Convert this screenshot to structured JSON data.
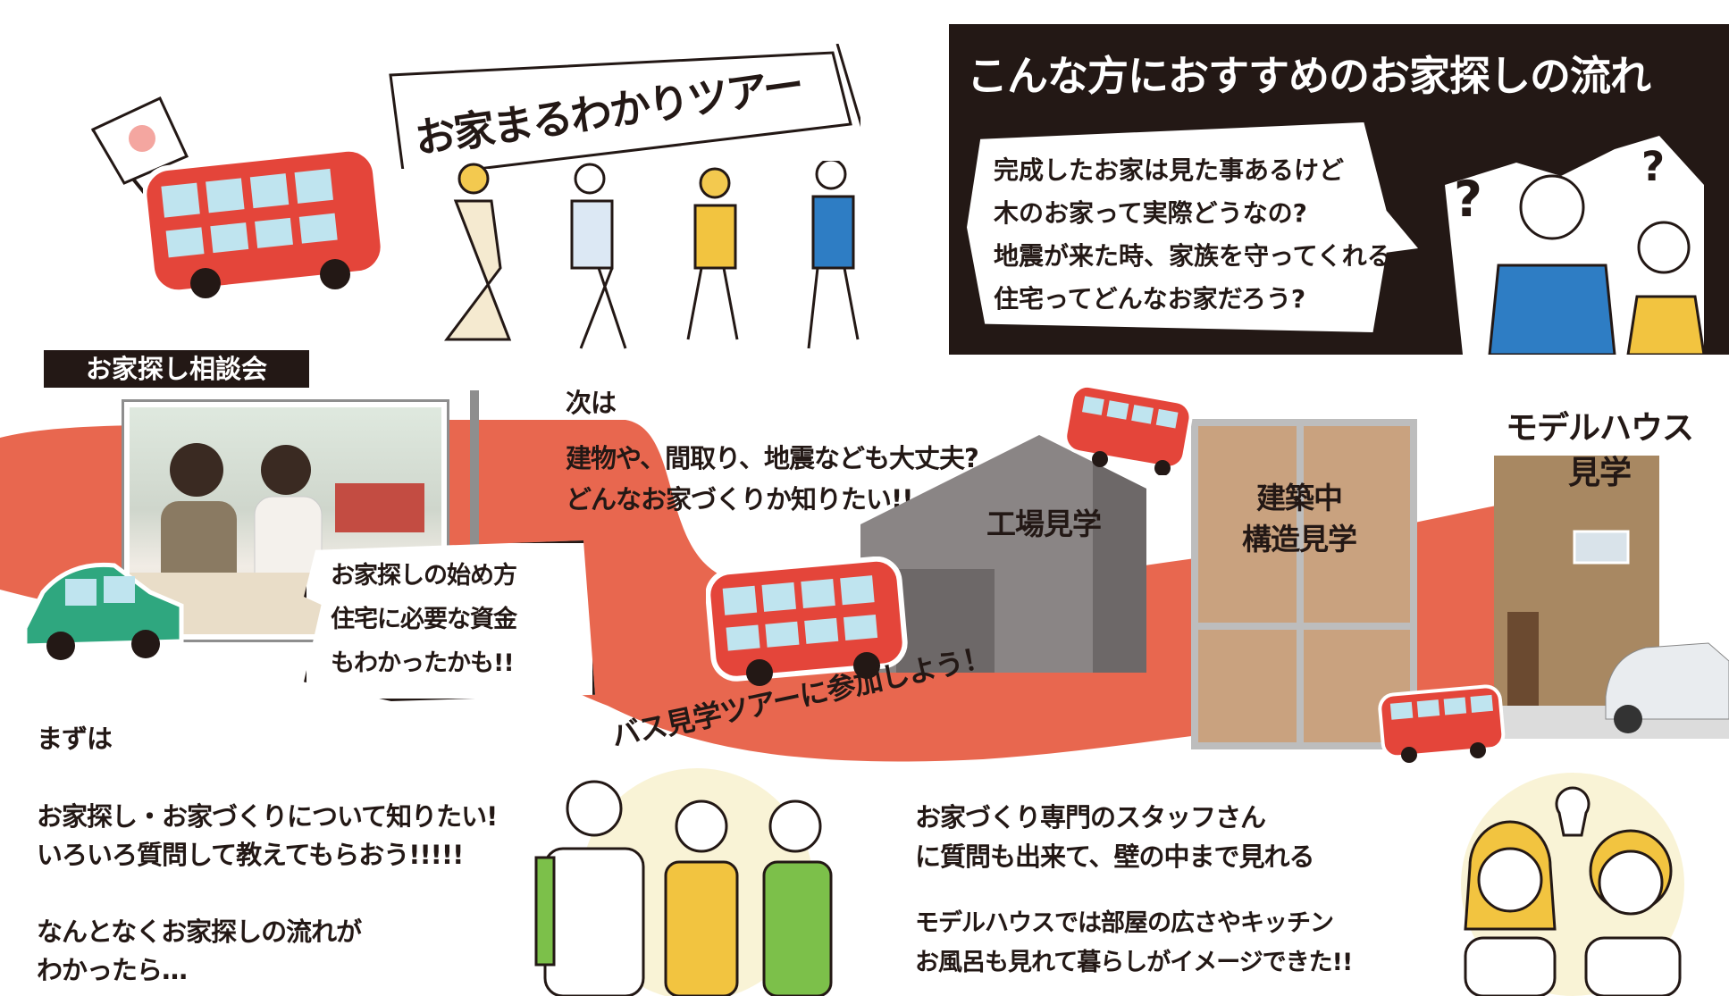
{
  "banner": {
    "title": "お家まるわかりツアー"
  },
  "recommend": {
    "title": "こんな方におすすめのお家探しの流れ",
    "lines": [
      "完成したお家は見た事あるけど",
      "木のお家って実際どうなの?",
      "地震が来た時、家族を守ってくれる",
      "住宅ってどんなお家だろう?"
    ]
  },
  "consult": {
    "label": "お家探し相談会",
    "bubble": [
      "お家探しの始め方",
      "住宅に必要な資金",
      "もわかったかも!!"
    ]
  },
  "next": {
    "heading": "次は",
    "lines": [
      "建物や、間取り、地震なども大丈夫?",
      "どんなお家づくりか知りたい!!"
    ]
  },
  "stops": {
    "factory": "工場見学",
    "construction": [
      "建築中",
      "構造見学"
    ],
    "model_house": [
      "モデルハウス",
      "見学"
    ]
  },
  "tour_call": "バス見学ツアーに参加しよう！",
  "left_text": {
    "first": "まずは",
    "lines1": [
      "お家探し・お家づくりについて知りたい!",
      "いろいろ質問して教えてもらおう!!!!!"
    ],
    "lines2": [
      "なんとなくお家探しの流れが",
      "わかったら…"
    ]
  },
  "right_text": {
    "lines1": [
      "お家づくり専門のスタッフさん",
      "に質問も出来て、壁の中まで見れる"
    ],
    "lines2": [
      "モデルハウスでは部屋の広さやキッチン",
      "お風呂も見れて暮らしがイメージできた!!"
    ]
  },
  "colors": {
    "accent": "#e8674f",
    "bus": "#e4453a",
    "dark": "#231815",
    "car": "#2fa77f"
  }
}
